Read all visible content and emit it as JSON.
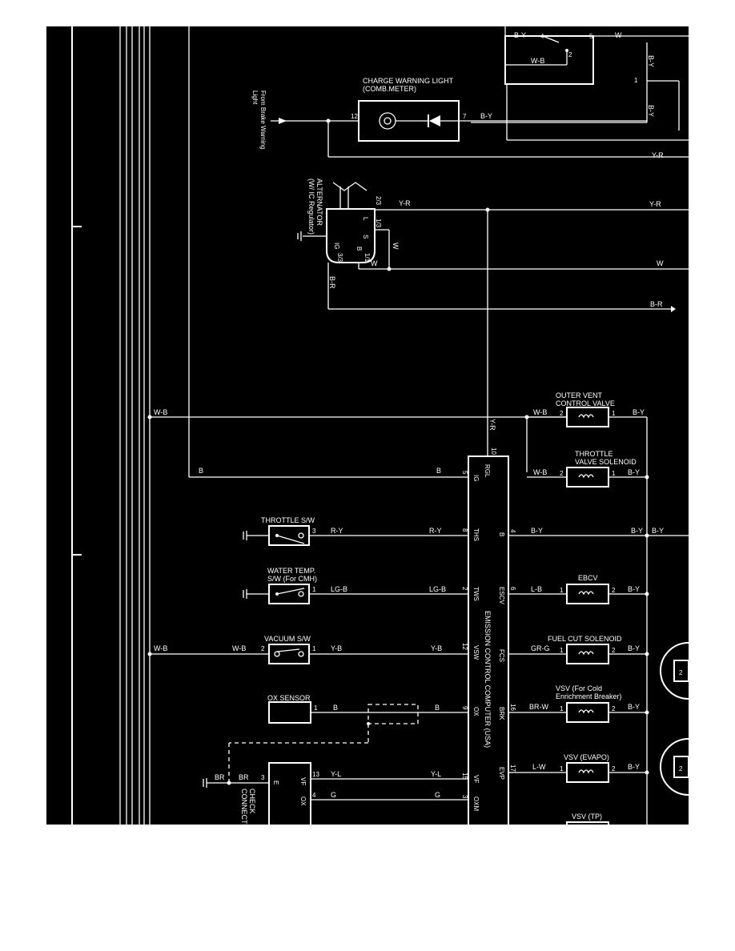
{
  "components": {
    "charge_warning_light": "CHARGE WARNING LIGHT\n(COMB.METER)",
    "from_brake": "From Brake Warning\nLight",
    "alternator": "ALTERNATOR\n(W/ IC Regulator)",
    "outer_vent": "OUTER VENT\nCONTROL VALVE",
    "throttle_valve_solenoid": "THROTTLE\nVALVE SOLENOID",
    "throttle_sw": "THROTTLE S/W",
    "water_temp_sw": "WATER TEMP.\nS/W (For CMH)",
    "vacuum_sw": "VACUUM S/W",
    "ox_sensor": "OX SENSOR",
    "check_connector": "CHECK\nCONNECTOR",
    "ebcv": "EBCV",
    "fuel_cut_solenoid": "FUEL CUT SOLENOID",
    "vsv_cold": "VSV (For Cold\nEnrichment Breaker)",
    "vsv_evapo": "VSV (EVAPO)",
    "vsv_tp": "VSV (TP)",
    "computer": "EMISSION CONTROL COMPUTER (USA)"
  },
  "wires": {
    "by": "B-Y",
    "w": "W",
    "wb": "W-B",
    "yr": "Y-R",
    "br": "B-R",
    "b": "B",
    "ry": "R-Y",
    "lgb": "LG-B",
    "yb": "Y-B",
    "yl": "Y-L",
    "g": "G",
    "lb": "L-B",
    "grg": "GR-G",
    "brw": "BR-W",
    "lw": "L-W",
    "bro": "BR"
  },
  "pins": {
    "rgl": "RGL",
    "ig": "IG",
    "ths": "THS",
    "tws": "TWS",
    "vsw": "VSW",
    "ox": "OX",
    "vf": "VF",
    "oxm": "OXM",
    "b": "B",
    "escv": "ESCV",
    "fcs": "FCS",
    "brk": "BRK",
    "evp": "EVP",
    "e": "E",
    "l": "L",
    "s": "S",
    "ig_alt": "IG"
  },
  "numbers": {
    "n1": "1",
    "n2": "2",
    "n3": "3",
    "n4": "4",
    "n5": "5",
    "n6": "6",
    "n7": "7",
    "n8": "8",
    "n9": "9",
    "n10": "10",
    "n12": "12",
    "n13": "13",
    "n15": "15",
    "n16": "16",
    "n17": "17",
    "a23": "2/3",
    "a13": "1/3",
    "a11": "1/1",
    "a33": "3/3"
  }
}
